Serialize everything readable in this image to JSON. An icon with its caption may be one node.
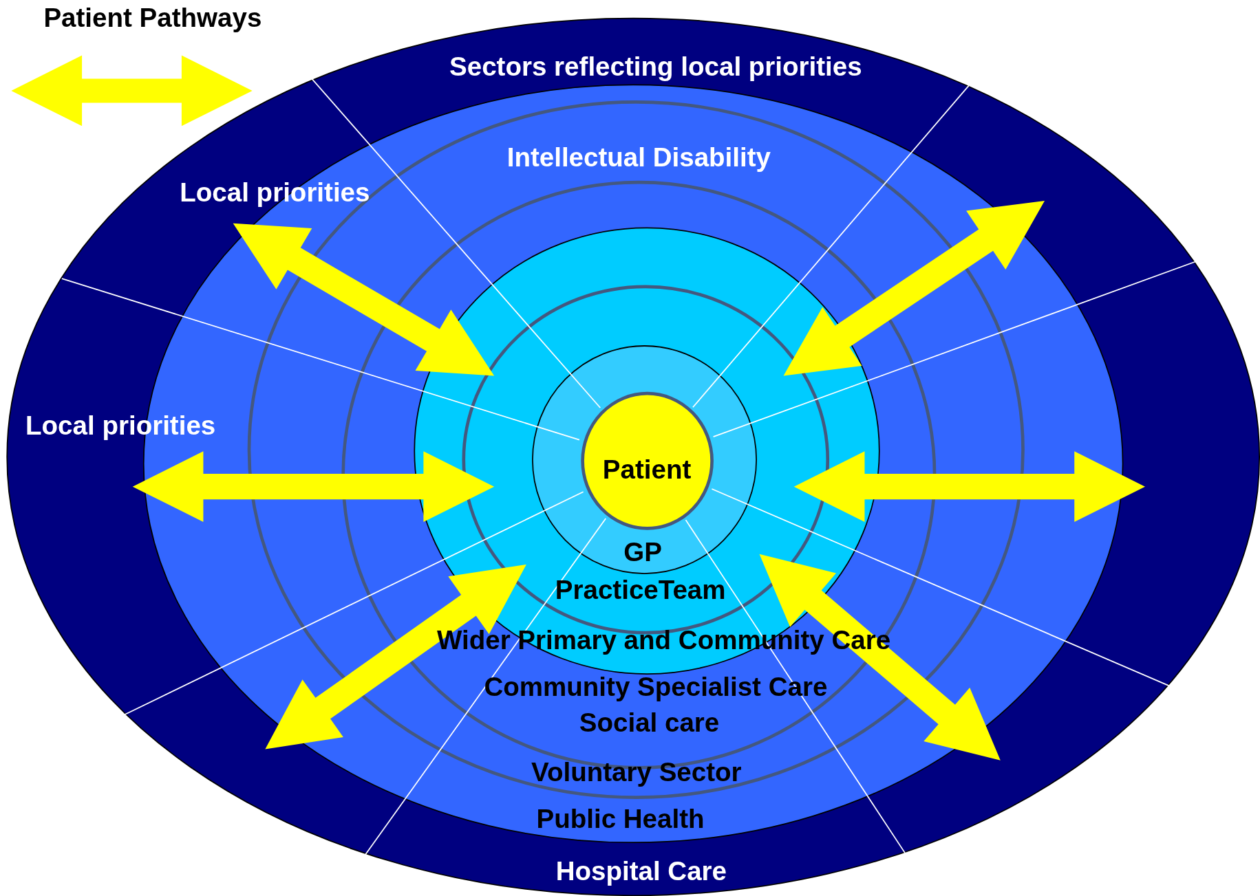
{
  "diagram": {
    "nodes": [
      {
        "text": [
          "Sectors reflecting local priorities",
          "Local priorities",
          "Local priorities",
          "Hospital Care"
        ]
      },
      {
        "text": [
          "Public Health"
        ],
        "in": 0
      },
      {
        "text": [
          "Intellectual Disability",
          "Voluntary Sector"
        ],
        "in": 1
      },
      {
        "text": [
          "Community Specialist Care",
          "Social care"
        ],
        "in": 2
      },
      {
        "text": [
          "Wider Primary and Community Care"
        ],
        "in": 3
      },
      {
        "text": [
          "PracticeTeam"
        ],
        "in": 4
      },
      {
        "text": [
          "GP"
        ],
        "in": 5
      },
      {
        "text": [
          "Patient"
        ],
        "in": 6
      }
    ],
    "legend": [
      {
        "text": "Patient Pathways"
      }
    ]
  }
}
